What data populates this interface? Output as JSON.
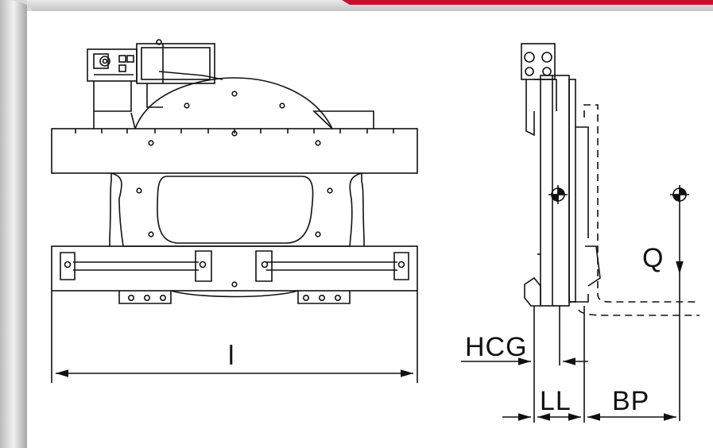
{
  "colors": {
    "line": "#111111",
    "sidebar_gradient": [
      "#cfcfcf",
      "#f4f4f4",
      "#9c9c9c"
    ],
    "accent_bar": "#c8102e",
    "background": "#ffffff"
  },
  "labels": {
    "width": "l",
    "hcg": "HCG",
    "ll": "LL",
    "bp": "BP",
    "q": "Q"
  }
}
